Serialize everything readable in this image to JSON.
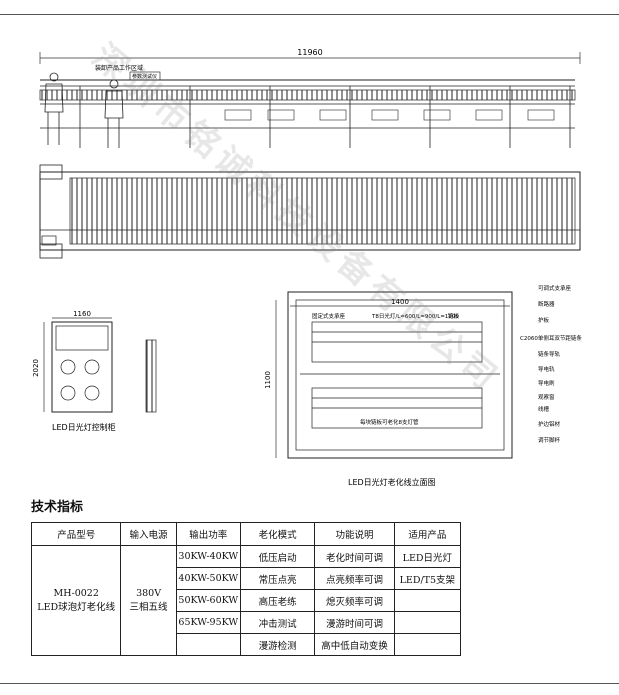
{
  "drawing": {
    "total_length": "11960",
    "label_tooling": "装卸产品工作区域",
    "label_param": "参数测试仪",
    "cabinet_width": "1160",
    "cabinet_height": "2020",
    "cabinet_caption": "LED日光灯控制柜",
    "elev_width": "1400",
    "elev_height": "1100",
    "elev_caption": "LED日光灯老化线立面图",
    "note_fixed_hanger": "固定式支承座",
    "note_lengths": "T8日光灯/L=600/L=900/L=1200",
    "note_chain": "链板",
    "note_per_plate": "每块链板可老化8支灯管",
    "callouts": [
      "可调式支承座",
      "断路器",
      "护板",
      "C2060单侧耳双节距链条",
      "链条导轨",
      "导电轨",
      "导电刷",
      "观察窗",
      "线槽",
      "护边铝材",
      "调节脚杯"
    ]
  },
  "specs": {
    "title": "技术指标",
    "headers": [
      "产品型号",
      "输入电源",
      "输出功率",
      "老化模式",
      "功能说明",
      "适用产品"
    ],
    "model": [
      "MH-0022",
      "LED球泡灯老化线"
    ],
    "power_input": [
      "380V",
      "三相五线"
    ],
    "rows": [
      {
        "power": "30KW-40KW",
        "mode": "低压启动",
        "func": "老化时间可调",
        "product": "LED日光灯"
      },
      {
        "power": "40KW-50KW",
        "mode": "常压点亮",
        "func": "点亮频率可调",
        "product": "LED/T5支架"
      },
      {
        "power": "50KW-60KW",
        "mode": "高压老练",
        "func": "熄灭频率可调",
        "product": ""
      },
      {
        "power": "65KW-95KW",
        "mode": "冲击测试",
        "func": "漫游时间可调",
        "product": ""
      },
      {
        "power": "",
        "mode": "漫游检测",
        "func": "高中低自动变换",
        "product": ""
      }
    ]
  },
  "watermark": "深圳市铭诚科技设备有限公司"
}
